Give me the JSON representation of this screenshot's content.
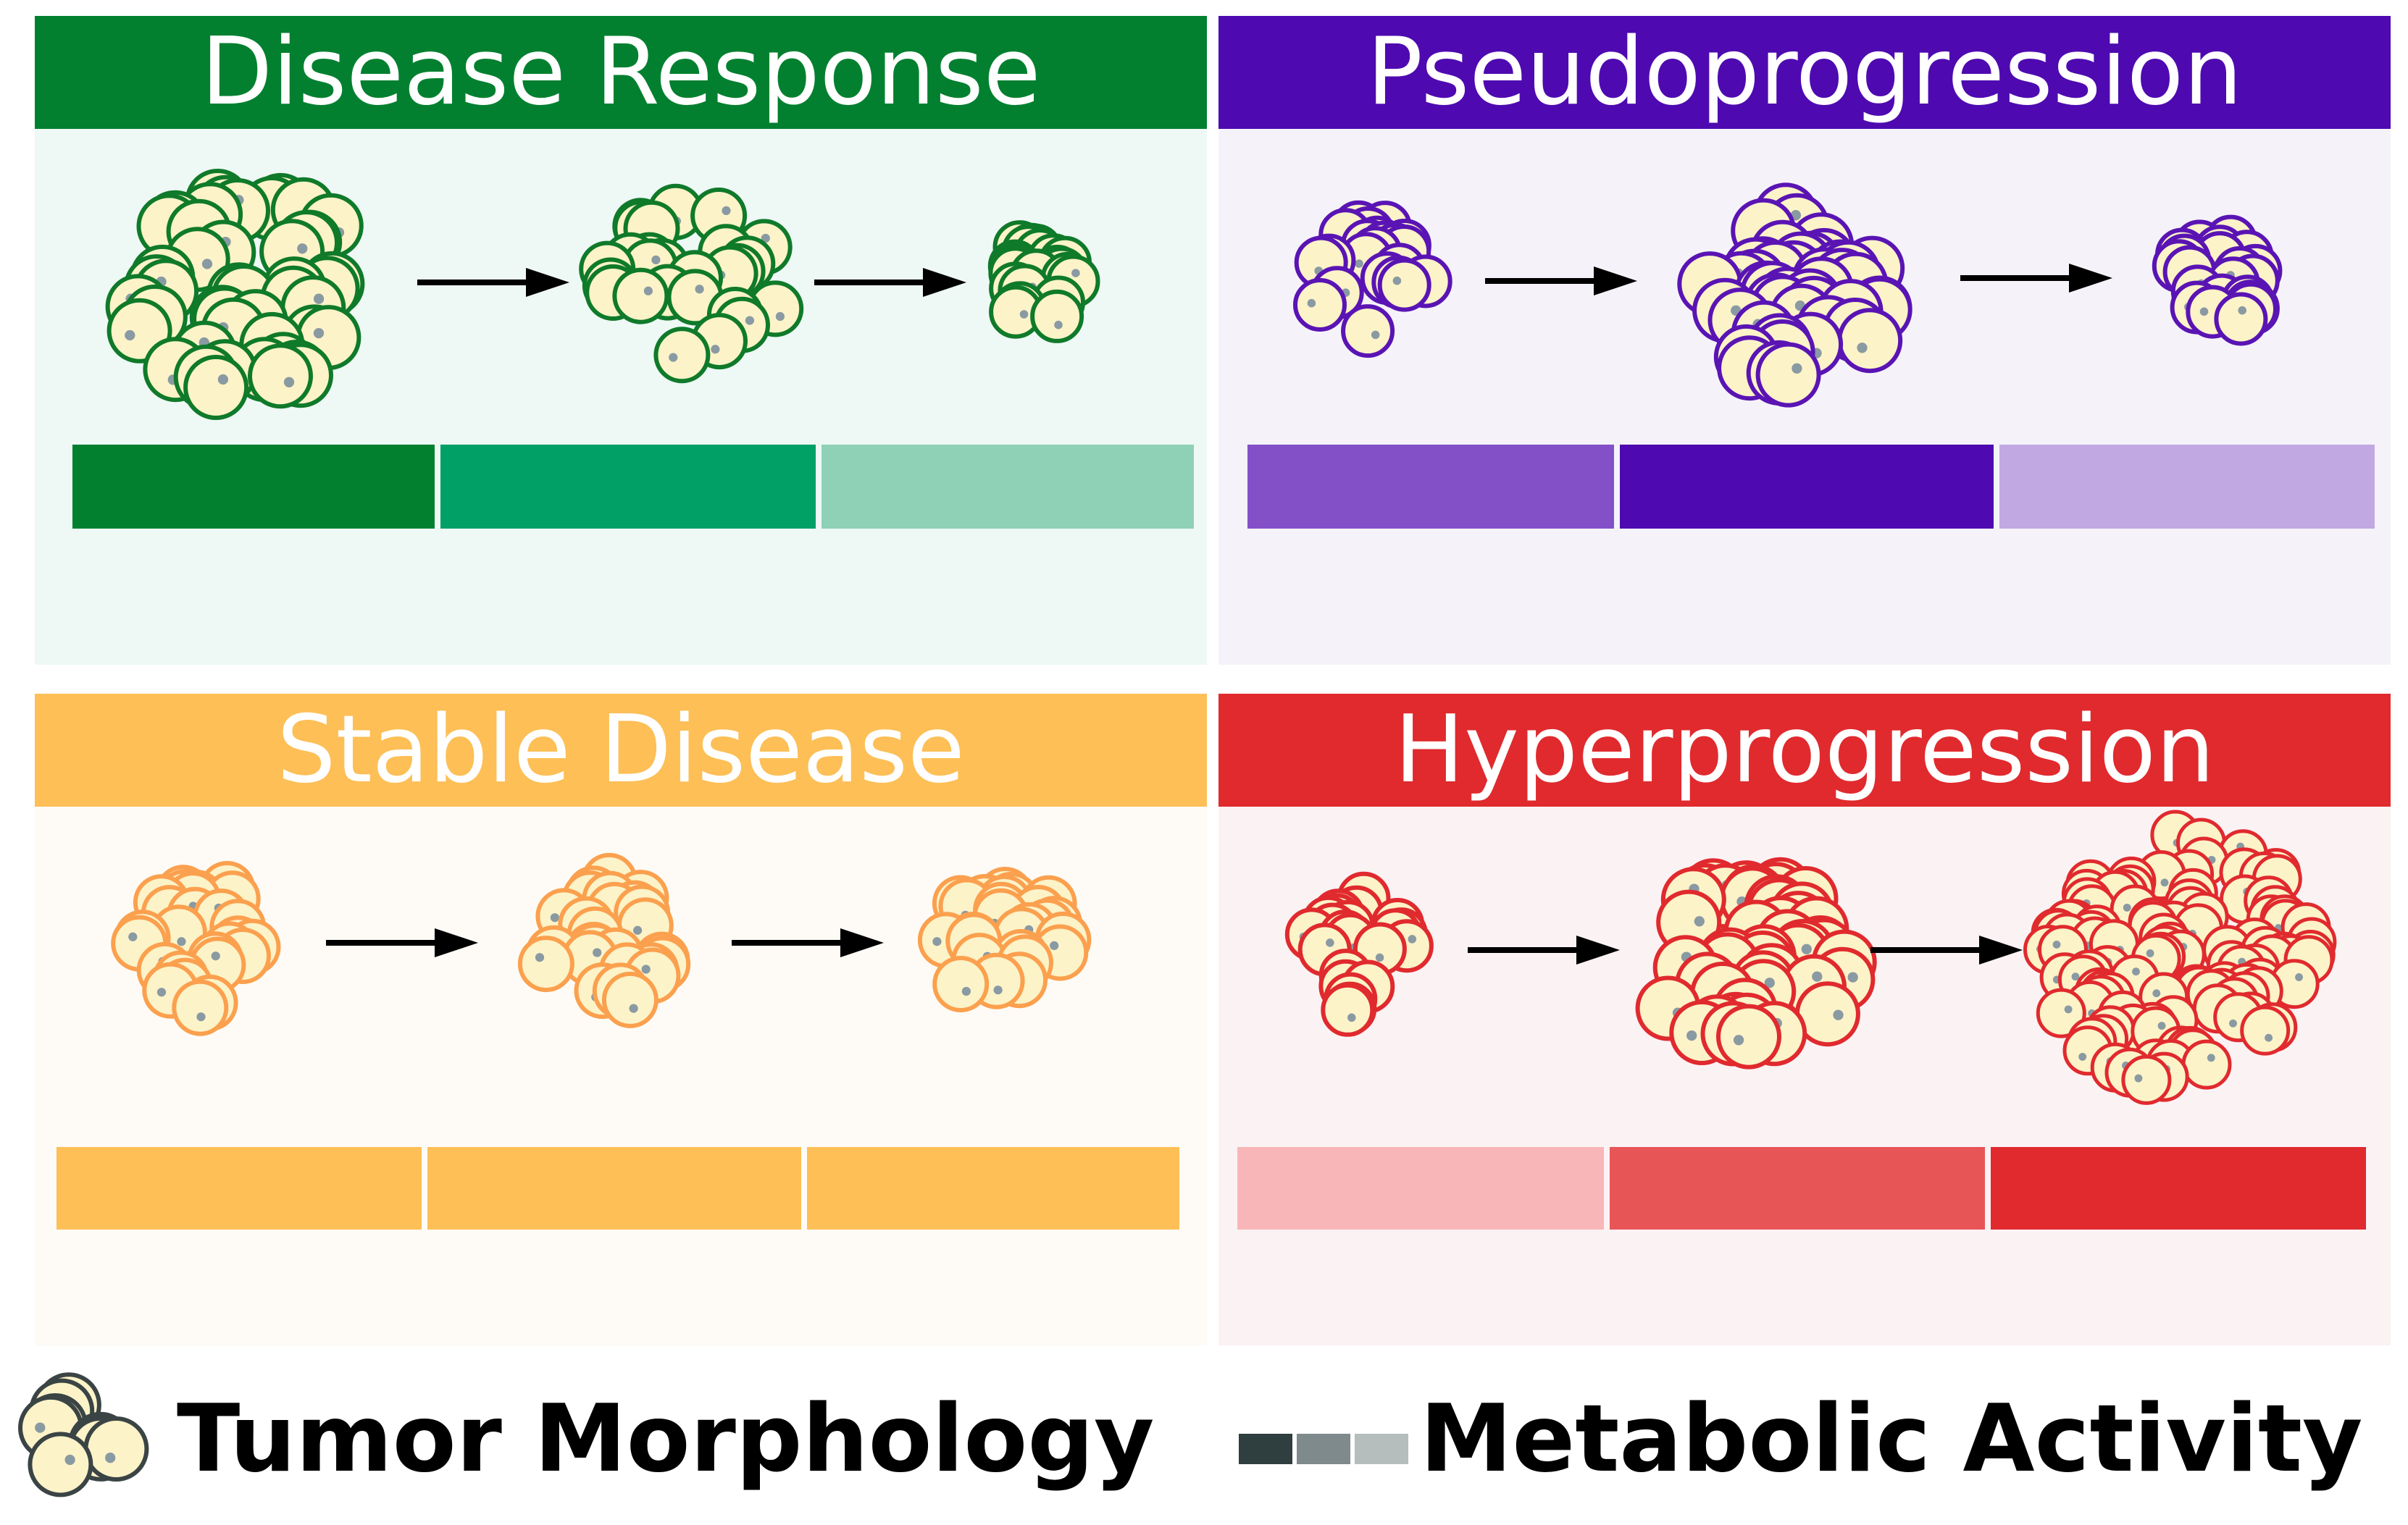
{
  "panels": [
    {
      "id": "disease-response",
      "title": "Disease Response",
      "header_color": "#02802f",
      "background": "#eef8f5",
      "cell_stroke": "#0f7a2a",
      "metabolic_activity": [
        "#02802f",
        "#00a066",
        "#8ed1b6"
      ],
      "tumor_size": [
        "large",
        "medium",
        "small"
      ]
    },
    {
      "id": "pseudoprogression",
      "title": "Pseudoprogression",
      "header_color": "#4e0ab0",
      "background": "#f5f3f9",
      "cell_stroke": "#5a14b4",
      "metabolic_activity": [
        "#8350c8",
        "#4e0ab0",
        "#c2a8e2"
      ],
      "tumor_size": [
        "small",
        "large",
        "small"
      ]
    },
    {
      "id": "stable-disease",
      "title": "Stable Disease",
      "header_color": "#fdbf56",
      "background": "#fefbf6",
      "cell_stroke": "#fba04e",
      "metabolic_activity": [
        "#fdbf56",
        "#fdbf56",
        "#fdbf56"
      ],
      "tumor_size": [
        "medium",
        "medium",
        "medium"
      ]
    },
    {
      "id": "hyperprogression",
      "title": "Hyperprogression",
      "header_color": "#e02a2e",
      "background": "#fbf2f4",
      "cell_stroke": "#e02a2e",
      "metabolic_activity": [
        "#f8b6b8",
        "#e85557",
        "#e02a2e"
      ],
      "tumor_size": [
        "small",
        "large",
        "xlarge"
      ]
    }
  ],
  "legend": {
    "morphology_label": "Tumor Morphology",
    "metabolic_label": "Metabolic Activity",
    "metabolic_scale": [
      "#2f3e3f",
      "#7e8a8b",
      "#b6bdbd"
    ],
    "cell_stroke": "#3b4445"
  },
  "colors": {
    "cell_fill": "#fcf3c8",
    "nucleus": "#8a9aa3",
    "arrow": "#000000"
  }
}
